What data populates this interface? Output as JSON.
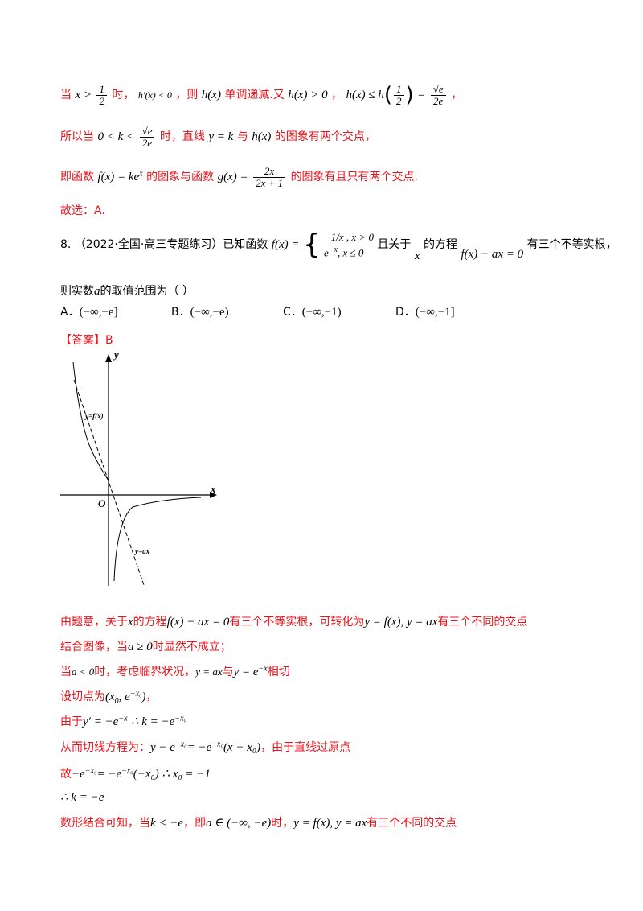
{
  "sol7": {
    "l1_a": "当",
    "l1_math1": "x >",
    "l1_frac_n": "1",
    "l1_frac_d": "2",
    "l1_b": "时，",
    "l1_math2": "h′(x) < 0",
    "l1_c": "，则",
    "l1_math3": "h(x)",
    "l1_d": "单调递减.又",
    "l1_math4": "h(x) > 0",
    "l1_e": "，",
    "l1_math5": "h(x) ≤ h",
    "l1_frac2_n": "1",
    "l1_frac2_d": "2",
    "l1_eq": "=",
    "l1_frac3_n": "√e",
    "l1_frac3_d": "2e",
    "l1_f": "，",
    "l2_a": "所以当",
    "l2_math": "0 < k <",
    "l2_frac_n": "√e",
    "l2_frac_d": "2e",
    "l2_b": "时，直线",
    "l2_math2": "y = k",
    "l2_c": "与",
    "l2_math3": "h(x)",
    "l2_d": "的图象有两个交点，",
    "l3_a": "即函数",
    "l3_math": "f(x) = ke",
    "l3_sup": "x",
    "l3_b": "的图象与函数",
    "l3_math2": "g(x) =",
    "l3_frac_n": "2x",
    "l3_frac_d": "2x + 1",
    "l3_c": "的图象有且只有两个交点.",
    "choose": "故选：A."
  },
  "q8": {
    "stem_a": "8.  （2022·全国·高三专题练习）已知函数",
    "f_label": "f(x) =",
    "piece1": "−1/x , x > 0",
    "piece2": "e",
    "piece2_sup": "−x",
    "piece2_tail": ", x ≤ 0",
    "stem_b": "且关于",
    "var_x": "x",
    "stem_c": "的方程",
    "eq": "f(x) − ax = 0",
    "stem_d": "有三个不等实根，",
    "stem_e": "则实数",
    "var_a": "a",
    "stem_f": "的取值范围为（      ）",
    "options": [
      {
        "label": "A．",
        "value": "(−∞,−e]"
      },
      {
        "label": "B．",
        "value": "(−∞,−e)"
      },
      {
        "label": "C．",
        "value": "(−∞,−1)"
      },
      {
        "label": "D．",
        "value": "(−∞,−1]"
      }
    ],
    "answer_tag": "【答案】B"
  },
  "graph": {
    "y_label": "y",
    "x_label": "x",
    "origin_label": "O",
    "fx_label": "y=f(x)",
    "ax_label": "y=ax"
  },
  "analysis": {
    "l1_a": "由题意，关于",
    "l1_var": "x",
    "l1_b": "的方程",
    "l1_eq": "f(x) − ax = 0",
    "l1_c": "有三个不等实根，可转化为",
    "l1_eq2": "y = f(x), y = ax",
    "l1_d": "有三个不同的交点",
    "l2_a": "结合图像，当",
    "l2_math": "a ≥ 0",
    "l2_b": "时显然不成立；",
    "l3_a": "当",
    "l3_math": "a < 0",
    "l3_b": "时，考虑临界状况，",
    "l3_math2": "y = ax",
    "l3_c": "与",
    "l3_math3": "y = e",
    "l3_sup": "−x",
    "l3_d": "相切",
    "l4_a": "设切点为",
    "l4_math": "(x",
    "l4_sub": "0",
    "l4_math2": ", e",
    "l4_sup": "−x₀",
    "l4_math3": ")",
    "l4_b": "，",
    "l5_a": "由于",
    "l5_math": "y′ = −e",
    "l5_sup": "−x",
    "l5_math2": "∴ k = −e",
    "l5_sup2": "−x₀",
    "l6_a": "从而切线方程为：",
    "l6_math": "y − e",
    "l6_sup": "−x₀",
    "l6_math2": "= −e",
    "l6_sup2": "−x₀",
    "l6_math3": "(x − x₀)",
    "l6_b": "，由于直线过原点",
    "l7_a": "故",
    "l7_math": "−e",
    "l7_sup": "−x₀",
    "l7_math2": "= −e",
    "l7_sup2": "−x₀",
    "l7_math3": "(−x₀) ∴ x₀ = −1",
    "l8_math": "∴ k = −e",
    "l9_a": "数形结合可知，当",
    "l9_math": "k < −e",
    "l9_b": "，即",
    "l9_math2": "a ∈ (−∞, −e)",
    "l9_c": "时，",
    "l9_math3": "y = f(x), y = ax",
    "l9_d": "有三个不同的交点"
  }
}
